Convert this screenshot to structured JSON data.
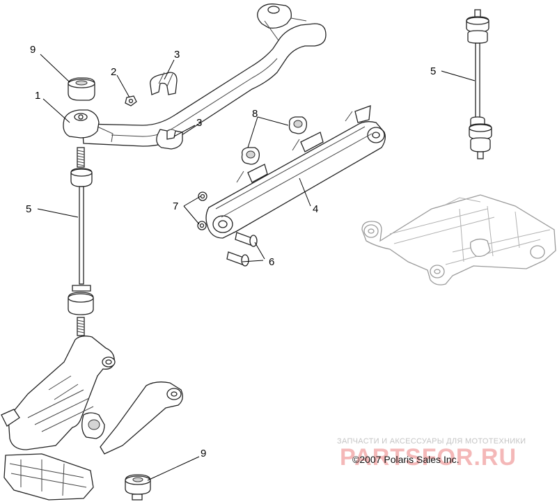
{
  "diagram": {
    "callouts": {
      "c1": "1",
      "c2": "2",
      "c3a": "3",
      "c3b": "3",
      "c4": "4",
      "c5left": "5",
      "c5right": "5",
      "c6": "6",
      "c7": "7",
      "c8": "8",
      "c9top": "9",
      "c9bottom": "9"
    }
  },
  "footer": {
    "watermark_tagline": "ЗАПЧАСТИ И АКСЕССУАРЫ ДЛЯ МОТОТЕХНИКИ",
    "watermark_brand": "PARTSFOR.RU",
    "copyright": "©2007 Polaris Sales Inc."
  },
  "colors": {
    "watermark_brand": "#f4b8b8",
    "watermark_tagline": "#c4c4c4",
    "line_art": "#222222"
  }
}
